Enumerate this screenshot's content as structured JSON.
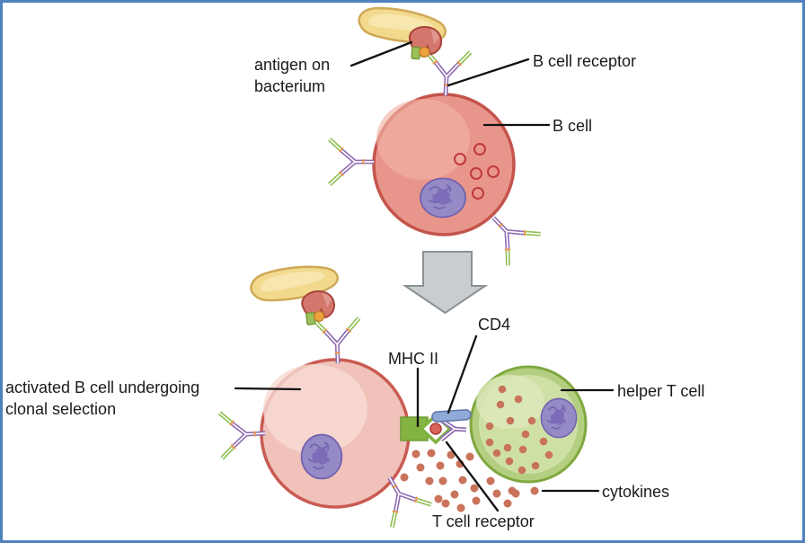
{
  "labels": {
    "antigen_line1": "antigen on",
    "antigen_line2": "bacterium",
    "b_cell_receptor": "B cell receptor",
    "b_cell": "B cell",
    "activated_line1": "activated B cell undergoing",
    "activated_line2": "clonal selection",
    "mhc2": "MHC II",
    "cd4": "CD4",
    "helper_t_cell": "helper T cell",
    "cytokines": "cytokines",
    "t_cell_receptor": "T cell receptor"
  },
  "colors": {
    "frame_border": "#4f81bd",
    "label_text": "#1a1a1a",
    "b_cell_fill": "#e8968b",
    "b_cell_highlight": "#f2b2a6",
    "b_cell_border": "#c4544c",
    "activated_b_cell_fill": "#f0c2b9",
    "activated_b_cell_highlight": "#f8dbd3",
    "activated_b_cell_border": "#c95b53",
    "vesicle_ring": "#c0393b",
    "t_cell_fill": "#cfe0a6",
    "t_cell_edge": "#b5cf82",
    "t_cell_highlight": "#dde8bc",
    "t_cell_border": "#7fa83f",
    "nucleus_fill": "#968ac6",
    "nucleus_detail": "#6f60ae",
    "nucleus_blob": "#7b6bb8",
    "receptor_purple": "#8d6ab1",
    "receptor_green": "#8cbd4f",
    "receptor_tick_orange": "#e8923f",
    "bacterium_fill": "#f2d98d",
    "bacterium_border": "#cfa957",
    "bacterium_highlight": "#f8e8b4",
    "antigen_fill": "#d4766b",
    "antigen_border": "#a8453d",
    "antigen_green": "#9abf59",
    "antigen_orange": "#eca23f",
    "mhc2_green": "#83b441",
    "peptide_red": "#d96459",
    "cd4_blue": "#91a9d6",
    "cytokine_dot": "#c9735a",
    "arrow_fill": "#c9cdcf",
    "arrow_border": "#8a9194"
  }
}
